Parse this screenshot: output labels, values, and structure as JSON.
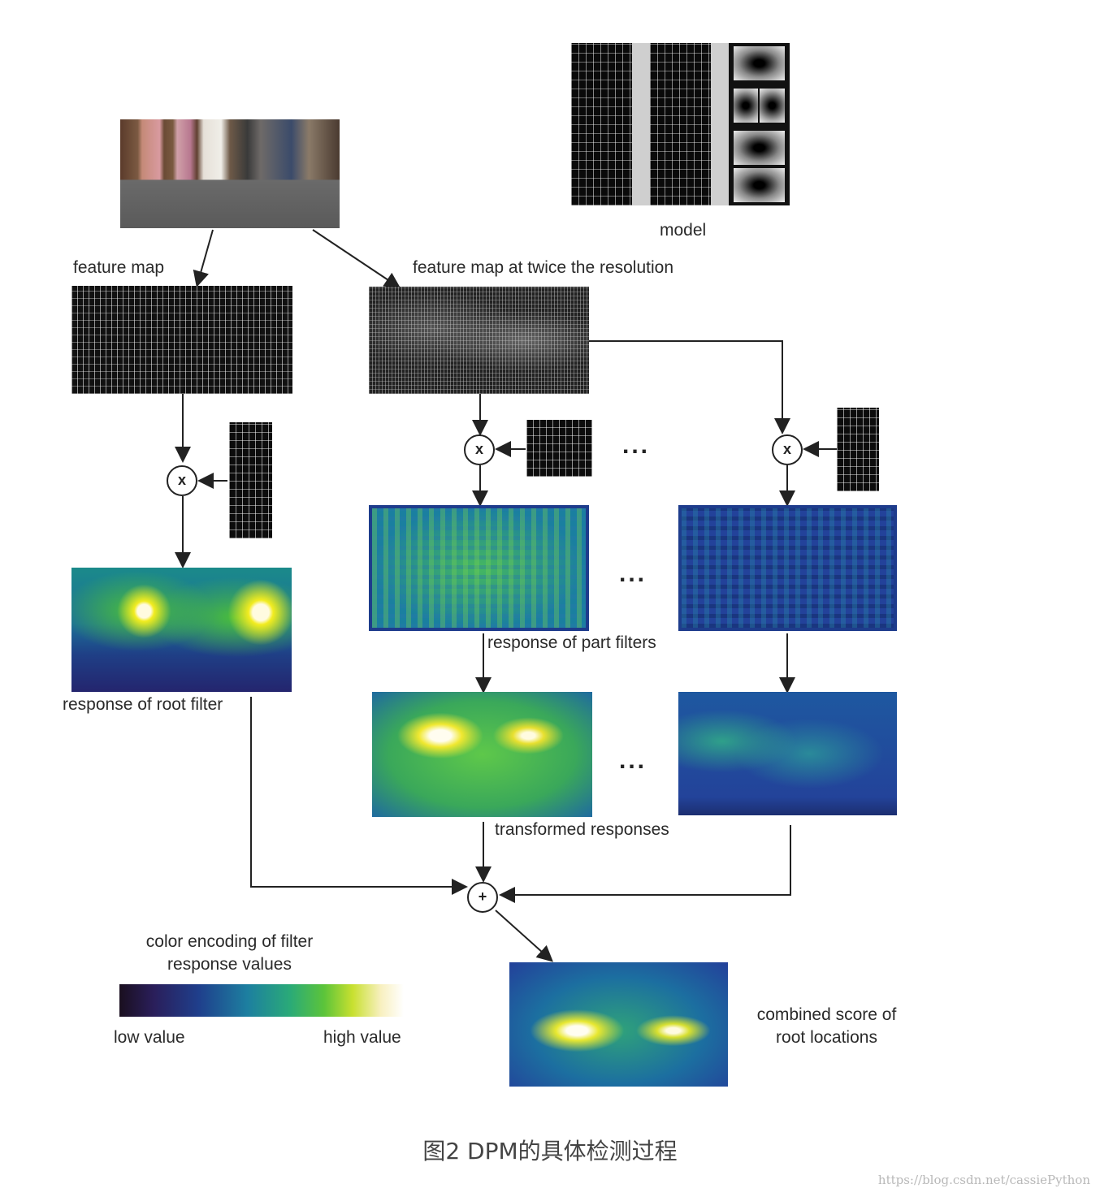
{
  "labels": {
    "model": "model",
    "feature_map": "feature map",
    "feature_map_twice": "feature map at twice the resolution",
    "response_root": "response of root filter",
    "response_part": "response of part filters",
    "transformed": "transformed responses",
    "color_encoding": "color encoding of filter",
    "color_encoding2": "response values",
    "low_value": "low value",
    "high_value": "high value",
    "combined": "combined score of",
    "combined2": "root locations"
  },
  "operators": {
    "multiply": "x",
    "add": "+",
    "ellipsis": "..."
  },
  "caption": "图2 DPM的具体检测过程",
  "watermark": "https://blog.csdn.net/cassiePython"
}
